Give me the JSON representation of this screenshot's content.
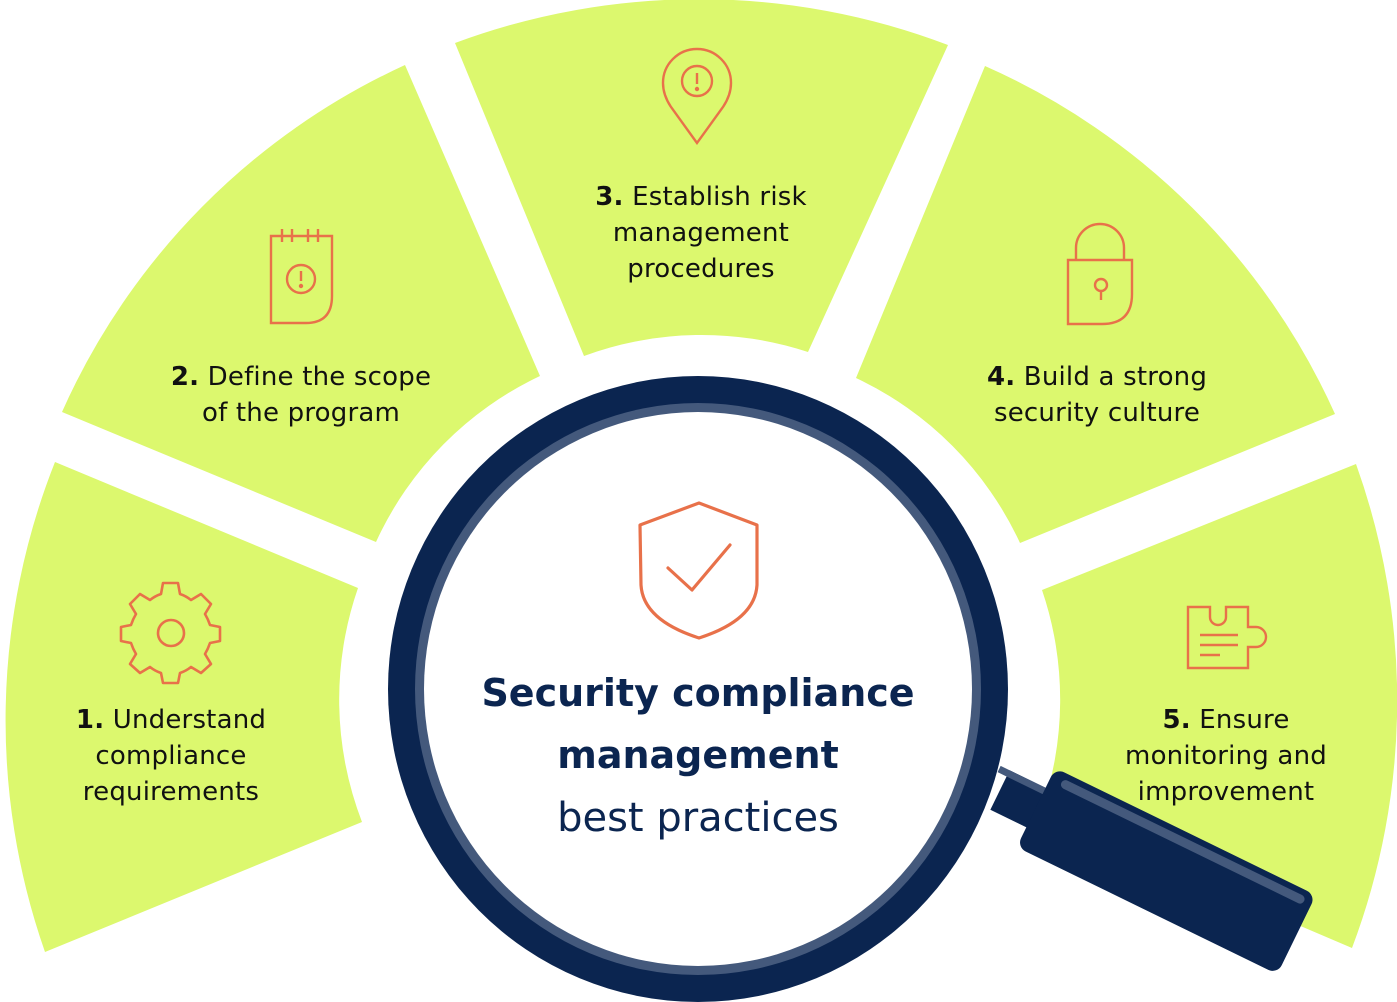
{
  "title": {
    "line1": "Security compliance",
    "line2": "management",
    "line3": "best practices"
  },
  "colors": {
    "segment_fill": "#dcf86e",
    "icon_stroke": "#e8714a",
    "magnifier_dark": "#0b2550",
    "magnifier_light": "#44597c",
    "text": "#111111",
    "background": "#ffffff"
  },
  "center_icon": "shield-check-icon",
  "segments": [
    {
      "number": "1.",
      "lines": [
        "Understand",
        "compliance",
        "requirements"
      ],
      "icon": "gear-icon"
    },
    {
      "number": "2.",
      "lines": [
        "Define the scope",
        "of the program"
      ],
      "icon": "notepad-alert-icon"
    },
    {
      "number": "3.",
      "lines": [
        "Establish risk",
        "management",
        "procedures"
      ],
      "icon": "location-alert-icon"
    },
    {
      "number": "4.",
      "lines": [
        "Build a strong",
        "security culture"
      ],
      "icon": "padlock-icon"
    },
    {
      "number": "5.",
      "lines": [
        "Ensure",
        "monitoring and",
        "improvement"
      ],
      "icon": "puzzle-document-icon"
    }
  ]
}
